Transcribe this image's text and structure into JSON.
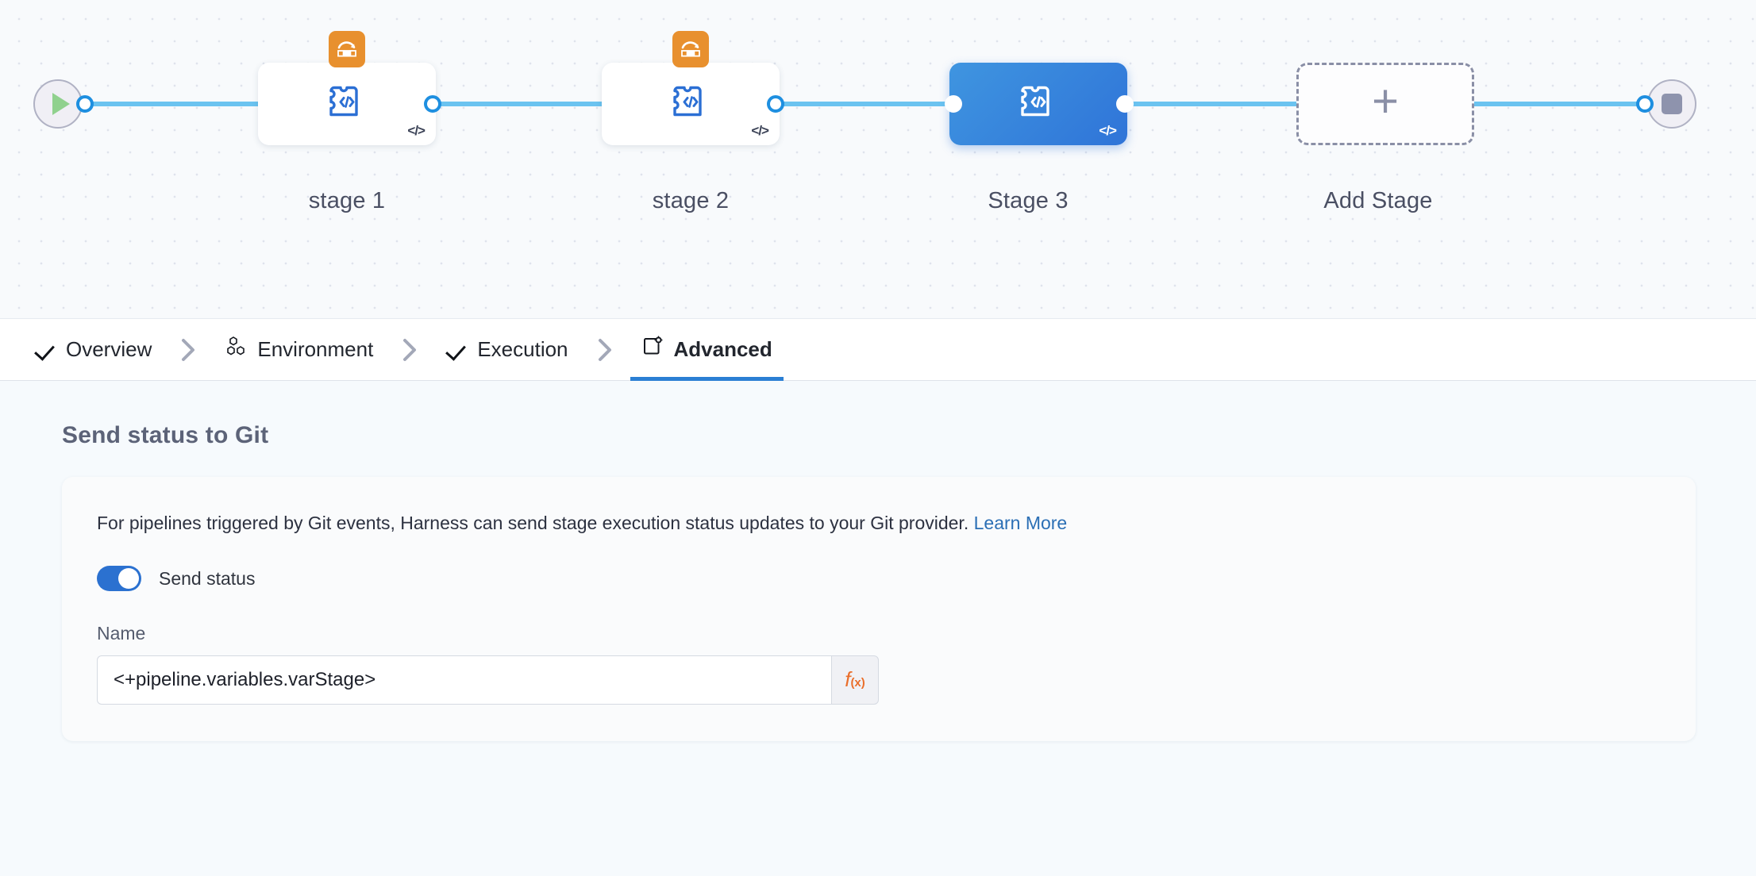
{
  "canvas": {
    "start_node": {
      "icon": "play-icon"
    },
    "end_node": {
      "icon": "stop-icon"
    },
    "stages": [
      {
        "label": "stage 1",
        "icon": "puzzle-code-icon",
        "badge": "rollback-icon",
        "corner_icon": "code-icon",
        "selected": false
      },
      {
        "label": "stage 2",
        "icon": "puzzle-code-icon",
        "badge": "rollback-icon",
        "corner_icon": "code-icon",
        "selected": false
      },
      {
        "label": "Stage 3",
        "icon": "puzzle-code-icon",
        "badge": null,
        "corner_icon": "code-icon",
        "selected": true
      }
    ],
    "add_stage": {
      "label": "Add Stage",
      "icon": "plus-icon"
    },
    "colors": {
      "selected_stage": "#2f74d8",
      "connector": "#6bc3f0",
      "port_ring": "#1e8fe0",
      "rollback_badge": "#e8902e",
      "play_triangle": "#90d18e",
      "stop_square": "#8e93ad"
    }
  },
  "tabs": [
    {
      "label": "Overview",
      "icon": "check-icon",
      "active": false
    },
    {
      "label": "Environment",
      "icon": "hexagon-cluster-icon",
      "active": false
    },
    {
      "label": "Execution",
      "icon": "check-icon",
      "active": false
    },
    {
      "label": "Advanced",
      "icon": "square-gear-icon",
      "active": true
    }
  ],
  "tab_separator_icon": "chevron-right-icon",
  "main": {
    "section_title": "Send status to Git",
    "helper_text": "For pipelines triggered by Git events, Harness can send stage execution status updates to your Git provider.",
    "learn_more_label": "Learn More",
    "toggle": {
      "label": "Send status",
      "enabled": true
    },
    "name_field": {
      "label": "Name",
      "value": "<+pipeline.variables.varStage>",
      "placeholder": "",
      "expression_button": {
        "label": "f",
        "sub": "(x)",
        "color": "#ea6e2a"
      }
    }
  }
}
